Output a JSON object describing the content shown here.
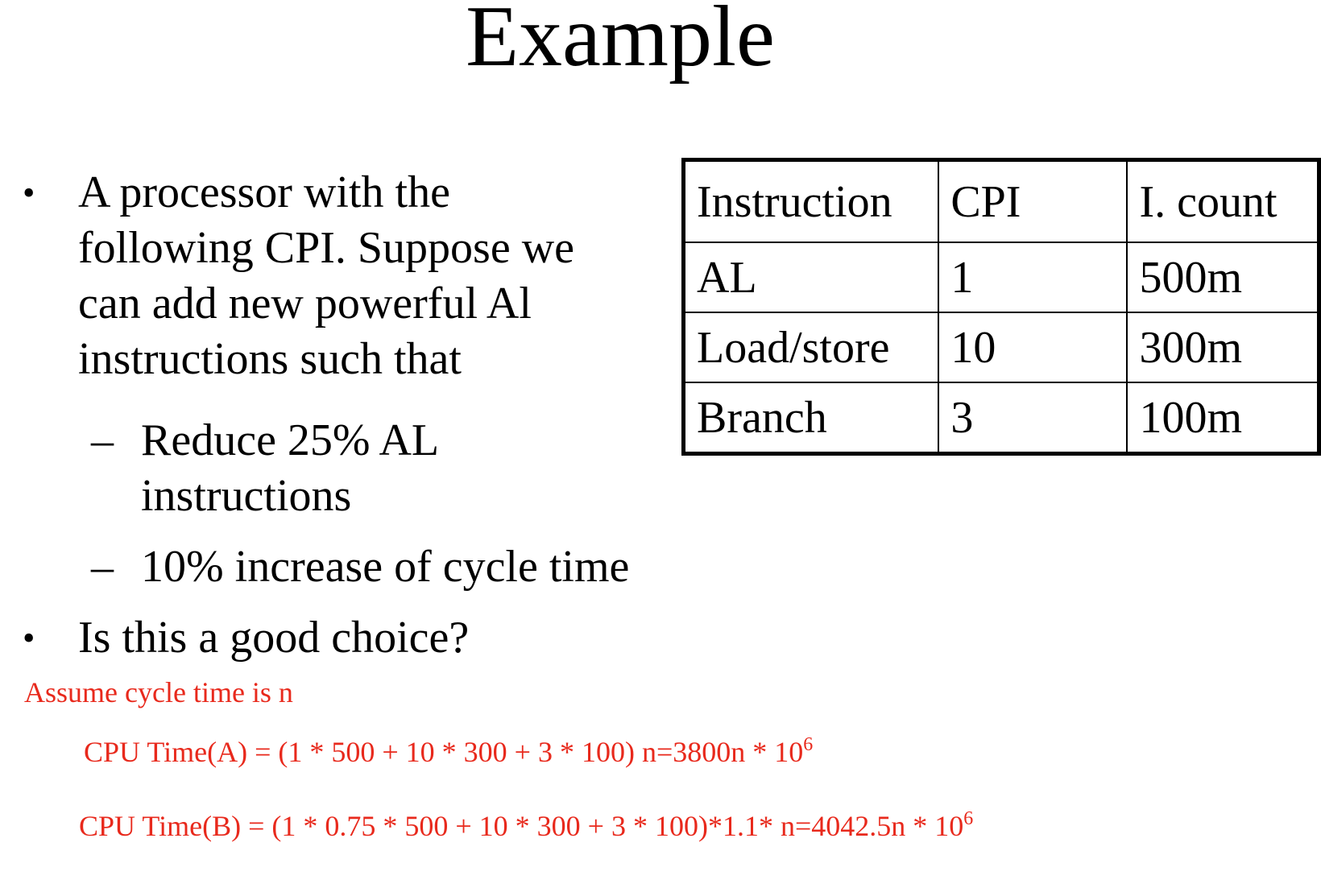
{
  "slide": {
    "title": "Example"
  },
  "bullets": {
    "bullet_1": {
      "lines": [
        "A processor with the",
        "following CPI. Suppose we",
        "can add new powerful Al",
        "instructions such that"
      ]
    },
    "sub_1": {
      "lines": [
        "Reduce 25% AL",
        "instructions"
      ]
    },
    "sub_2": {
      "lines": [
        "10% increase of cycle time"
      ]
    },
    "bullet_2": {
      "lines": [
        "Is this a good choice?"
      ]
    },
    "bullet_symbol": "•",
    "dash_symbol": "–"
  },
  "table": {
    "headers": [
      "Instruction",
      "CPI",
      "I. count"
    ],
    "rows": [
      [
        "AL",
        "1",
        "500m"
      ],
      [
        "Load/store",
        "10",
        "300m"
      ],
      [
        "Branch",
        "3",
        "100m"
      ]
    ]
  },
  "notes": {
    "assume": "Assume cycle time is n",
    "cpu_a": "CPU Time(A) = (1 * 500 + 10 * 300 + 3 * 100) n=3800n * 10",
    "cpu_a_exp": "6",
    "cpu_b": "CPU Time(B) = (1 * 0.75 * 500 + 10 * 300 + 3 * 100)*1.1* n=4042.5n * 10",
    "cpu_b_exp": "6"
  },
  "colors": {
    "annotation": "#e8291c",
    "text": "#000000"
  }
}
